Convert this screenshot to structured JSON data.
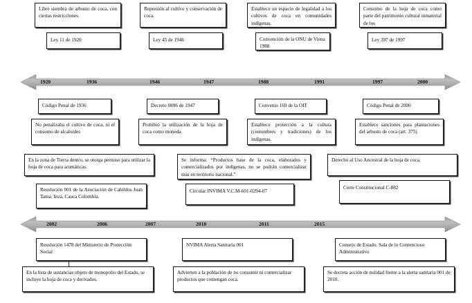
{
  "document": {
    "title": "Línea de tiempo normativa sobre la hoja de coca en Colombia",
    "type": "timeline-diagram"
  },
  "timelines": [
    {
      "id": "timeline-1",
      "years": [
        "1920",
        "1936",
        "1946",
        "1947",
        "1988",
        "1991",
        "1997",
        "2000"
      ],
      "arrow_color": "#a6a6a6",
      "direction": "double"
    },
    {
      "id": "timeline-2",
      "years": [
        "2002",
        "2006",
        "2007",
        "2010",
        "2011",
        "2015"
      ],
      "arrow_color": "#a6a6a6",
      "direction": "double"
    }
  ],
  "row_top": [
    {
      "description": "Libre siembra de arbusto de coca, con ciertas restricciones.",
      "norm": "Ley 11 de 1920"
    },
    {
      "description": "Represión al cultivo y conservación de coca.",
      "norm": "Ley 45 de 1946"
    },
    {
      "description": "Establece un espacio de legalidad a los cultivos de coca en comunidades indígenas.",
      "norm": "Convención de la ONU de Viena 1988"
    },
    {
      "description": "Consumo de la hoja de coca como parte del patrimonio cultural inmaterial de los",
      "norm": "Ley 397 de 1997"
    }
  ],
  "row_second": [
    {
      "norm": "Código Penal de 1936",
      "description": "No penalizaba el cultivo de coca, ni el consumo de alcaloides"
    },
    {
      "norm": "Decreto 0896 de 1947",
      "description": "Prohibió la utilización de la hoja de coca como moneda."
    },
    {
      "norm": "Convenio 169 de la OIT",
      "description": "Establece protección a la cultura (costumbres y tradiciones) de los indígenas."
    },
    {
      "norm": "Código Penal de 2000",
      "description": "Establece sanciones para plantaciones del arbusto de coca (art. 375)"
    }
  ],
  "row_third": [
    {
      "description": "En la zona de Tierra dentro, se otorga permiso para utilizar la hoja de coca para aromáticas.",
      "norm": "Resolución 001 de la Asociación de Cabildos Juan Tama. Inzá, Cauca Colombia."
    },
    {
      "description": "Se informa: “Productos base de la coca, elaborados y comercializados por indígenas, no se podrán comercializar más en territorio nacional.”",
      "norm": "Circular INVIMA V.C.M-601-0294-07"
    },
    {
      "description": "Derecho al Uso Ancestral de la hoja de coca.",
      "norm": "Corte Constitucional C-882"
    }
  ],
  "row_bottom": [
    {
      "norm": "Resolución 1478 del Ministerio de Protección Social",
      "description": "En la lista de sustancias objeto de monopolio del Estado, se incluye la hoja de coca y derivados."
    },
    {
      "norm": "NVIMA Alerta Sanitaria 001",
      "description": "Advierten a la población de no consumir ni comercializar productos que contengan coca."
    },
    {
      "norm": "Consejo de Estado. Sala de lo Contencioso Administrativo",
      "description": "Se decreta acción de nulidad frente a la alerta sanitaria 001 de 2010."
    }
  ]
}
